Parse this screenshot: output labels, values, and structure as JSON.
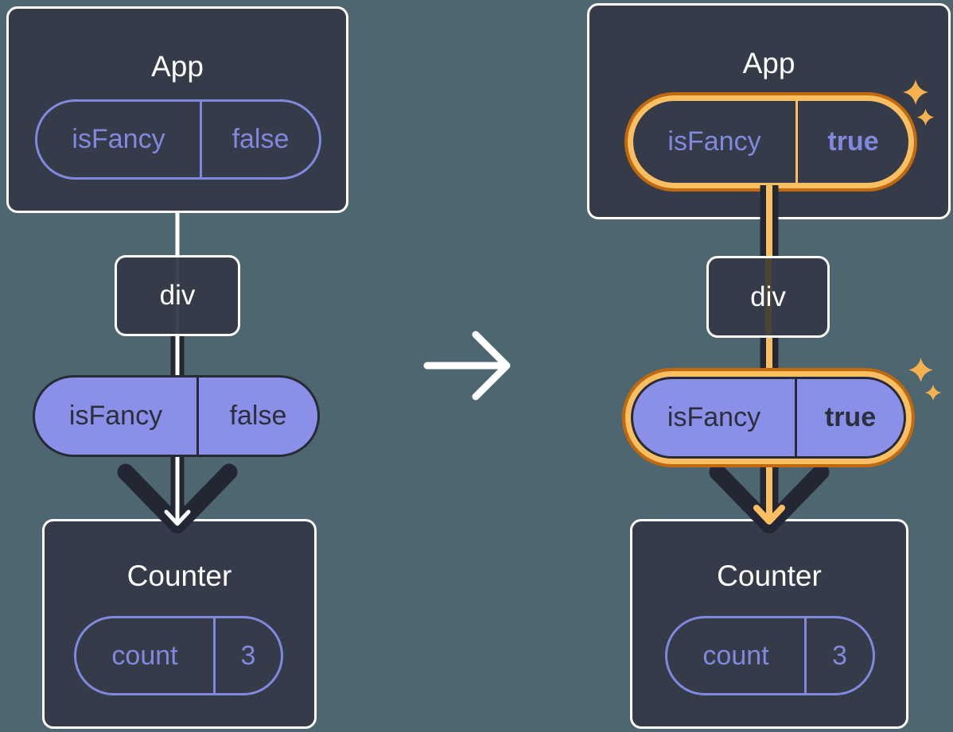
{
  "colors": {
    "background": "#4D6670",
    "card_fill": "#353B48",
    "card_border": "#FFFFFF",
    "purple_outline": "#8089DE",
    "purple_fill": "#8A8FE8",
    "ink_dark": "#232733",
    "highlight_orange": "#FBBE61",
    "highlight_orange_dark": "#C2690C",
    "sparkle": "#F6B14F"
  },
  "before": {
    "app": {
      "title": "App",
      "state": {
        "key": "isFancy",
        "value": "false"
      }
    },
    "div": {
      "label": "div"
    },
    "prop": {
      "key": "isFancy",
      "value": "false"
    },
    "counter": {
      "title": "Counter",
      "state": {
        "key": "count",
        "value": "3"
      }
    }
  },
  "after": {
    "app": {
      "title": "App",
      "state": {
        "key": "isFancy",
        "value": "true"
      }
    },
    "div": {
      "label": "div"
    },
    "prop": {
      "key": "isFancy",
      "value": "true"
    },
    "counter": {
      "title": "Counter",
      "state": {
        "key": "count",
        "value": "3"
      }
    }
  }
}
